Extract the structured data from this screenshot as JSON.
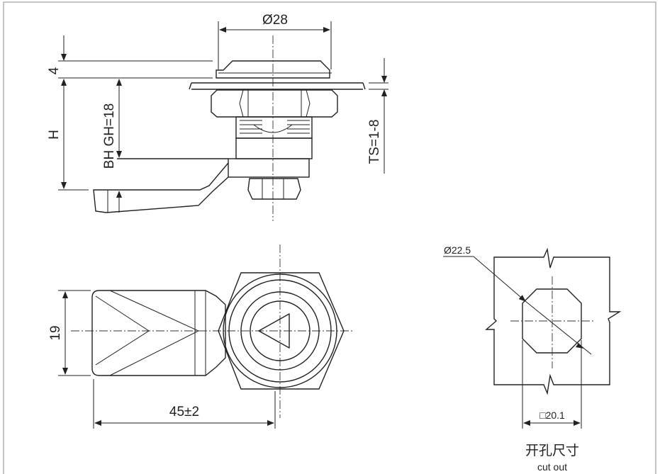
{
  "dimensions": {
    "diameter_28": "Ø28",
    "height_4": "4",
    "height_h": "H",
    "bh_gh": "BH GH=18",
    "ts": "TS=1-8",
    "width_19": "19",
    "length_45": "45±2",
    "diameter_22_5": "Ø22.5",
    "square_20_1": "□20.1"
  },
  "cutout": {
    "title_cn": "开孔尺寸",
    "title_en": "cut out"
  },
  "colors": {
    "line": "#222222",
    "background": "#ffffff"
  }
}
